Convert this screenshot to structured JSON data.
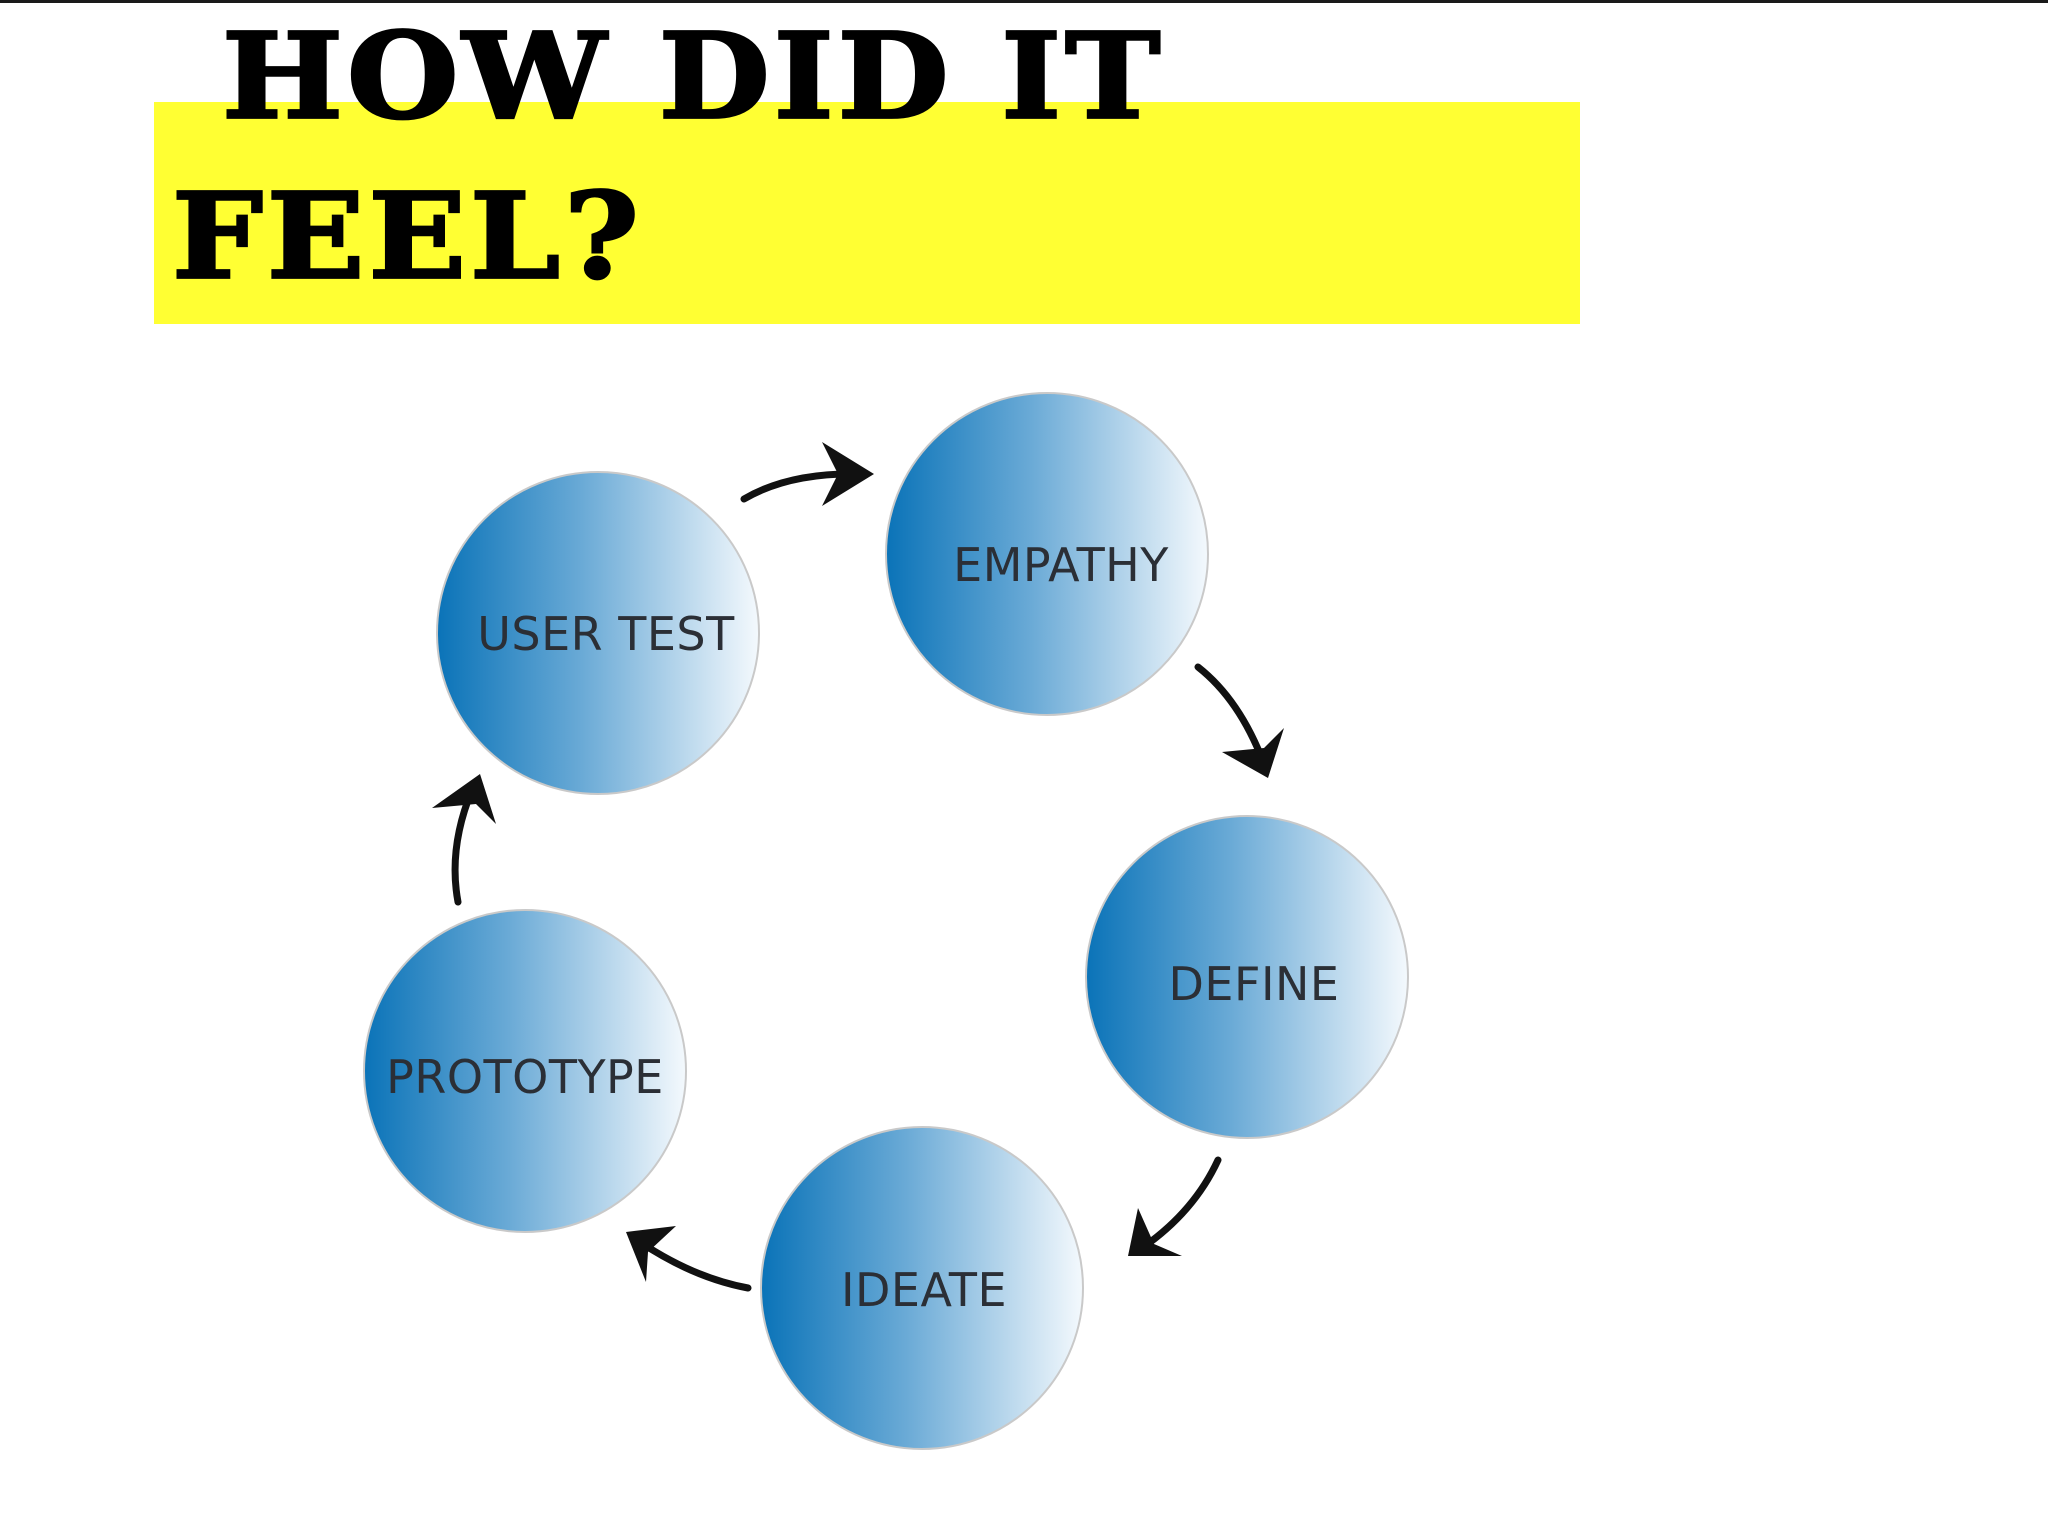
{
  "header": {
    "title_line_1": "HOW DID IT",
    "title_line_2": "FEEL?"
  },
  "cycle": {
    "stages": [
      {
        "label": "EMPATHY"
      },
      {
        "label": "DEFINE"
      },
      {
        "label": "IDEATE"
      },
      {
        "label": "PROTOTYPE"
      },
      {
        "label": "USER TEST"
      }
    ]
  },
  "colors": {
    "highlight": "#ffff33",
    "circle_dark": "#0a73b8",
    "circle_light": "#f4f9fd",
    "arrow": "#111111"
  }
}
